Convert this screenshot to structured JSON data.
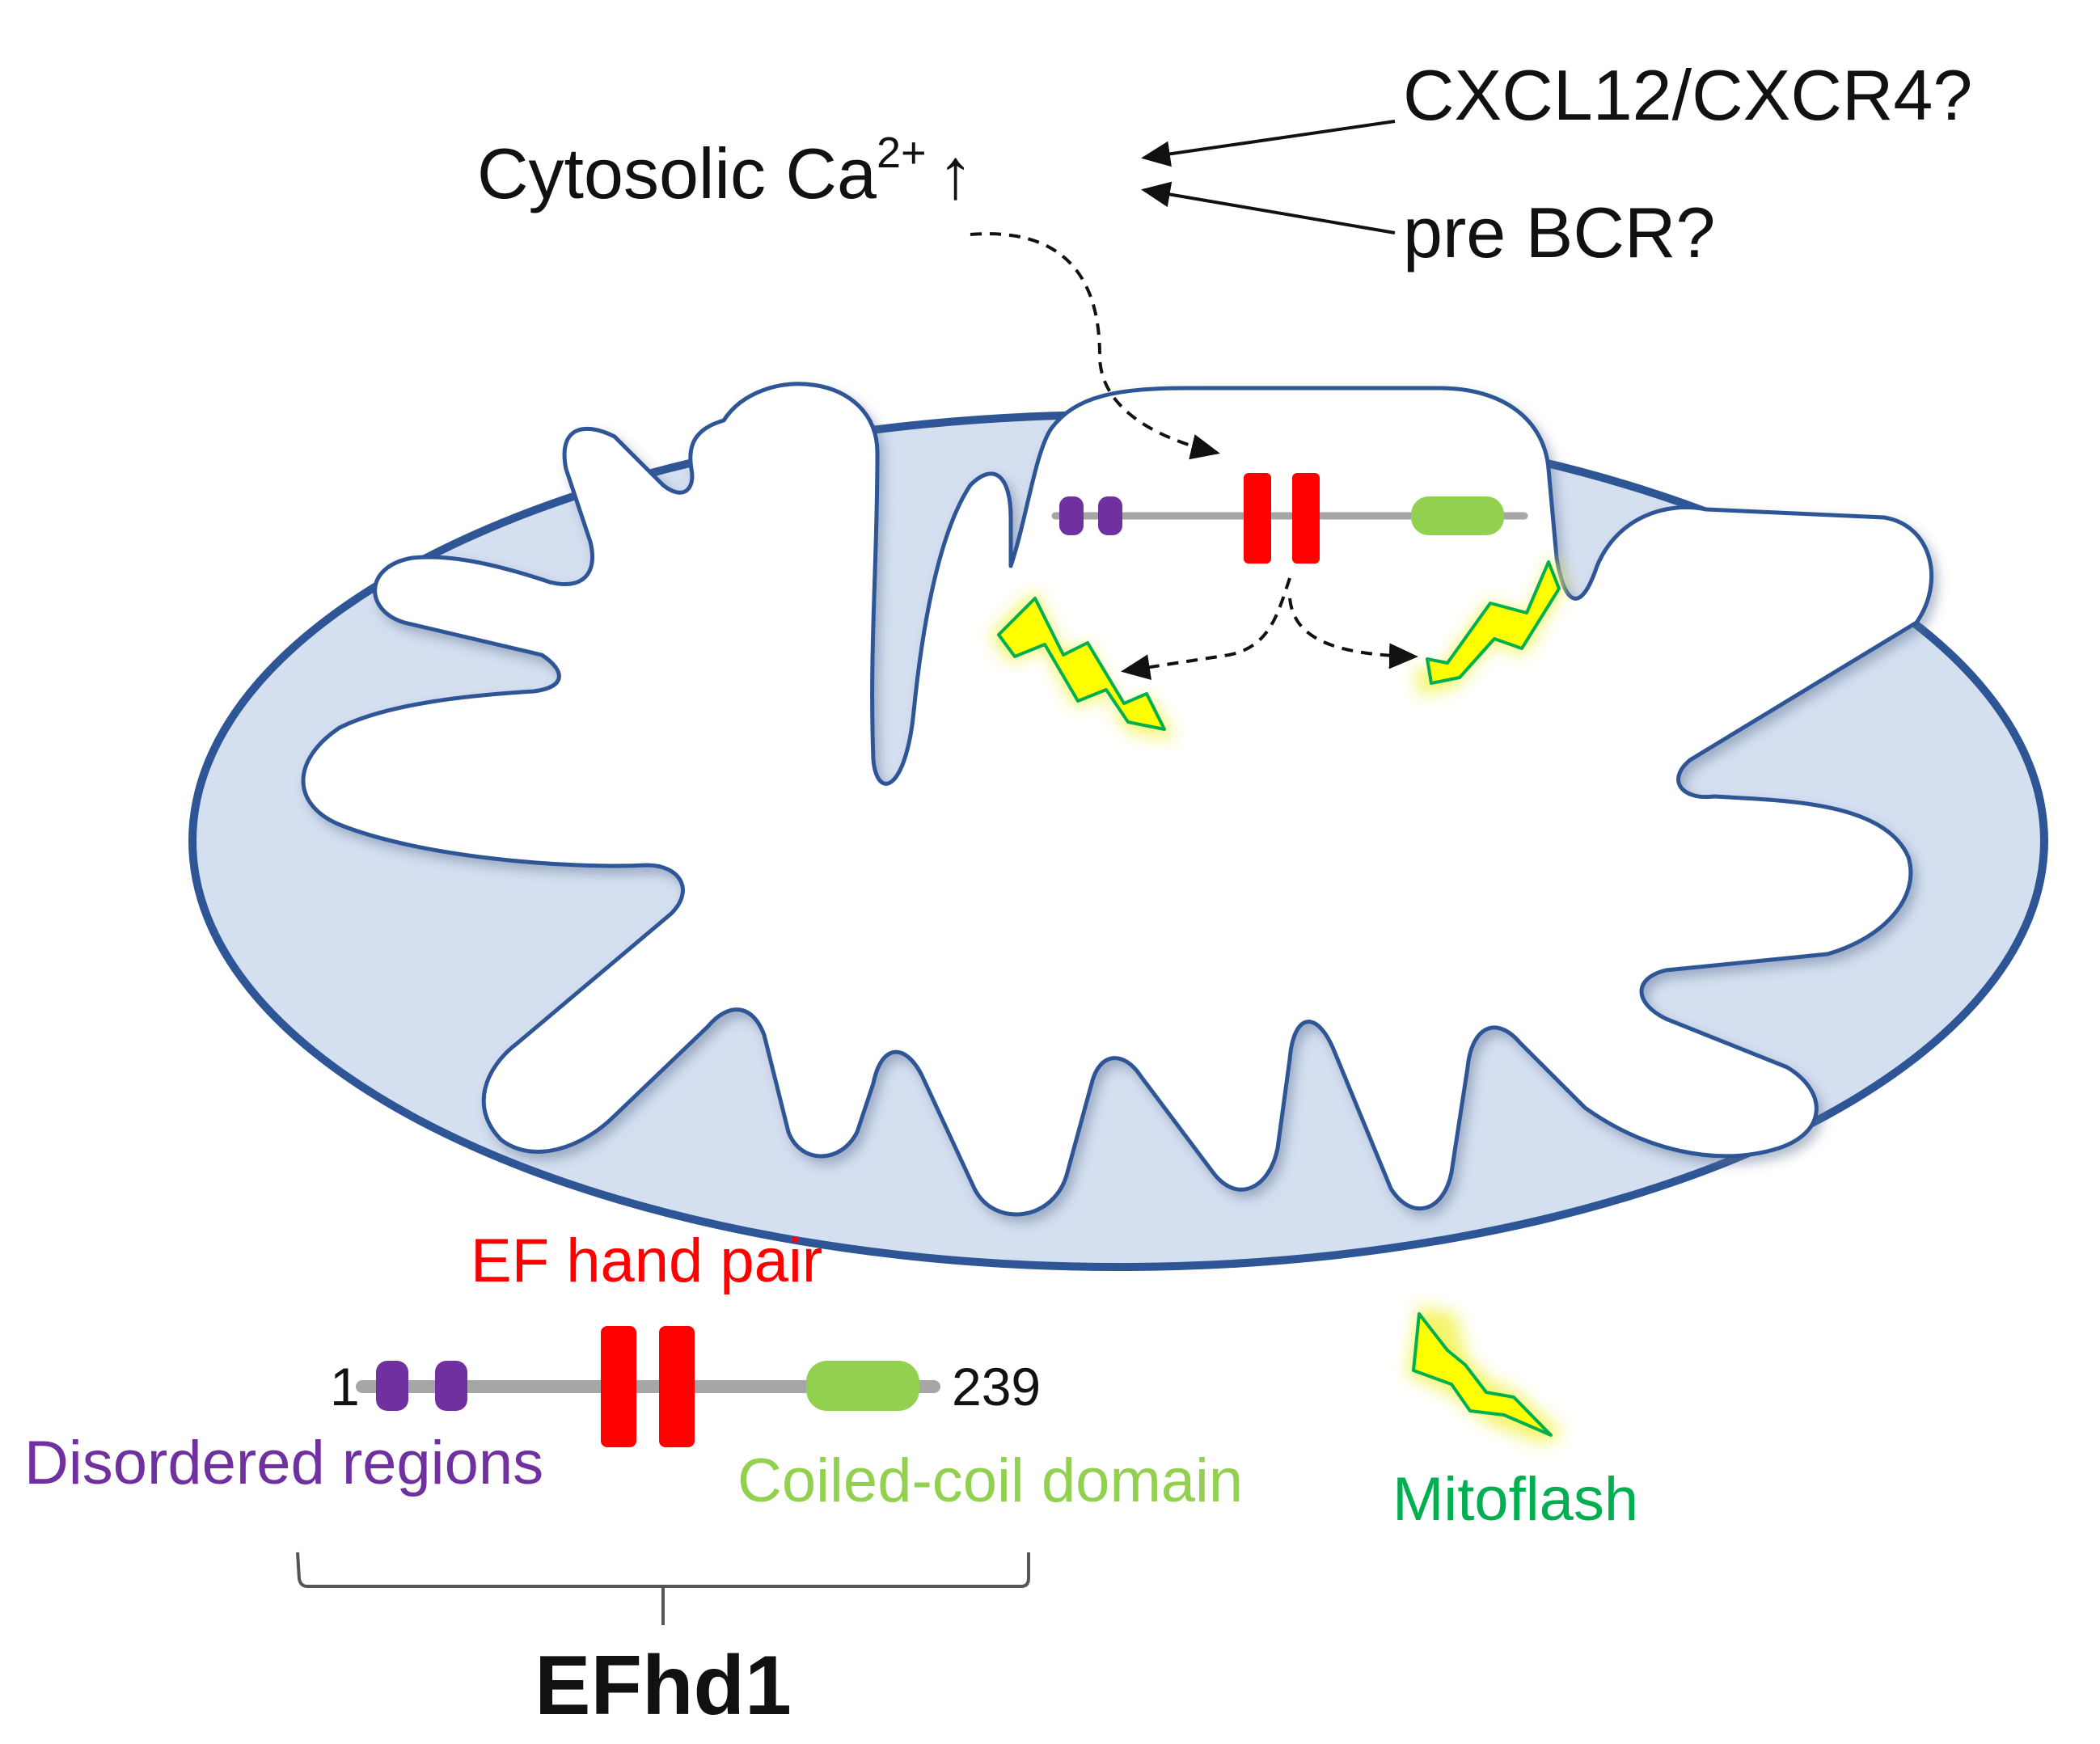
{
  "signals": {
    "ca_main": "Cytosolic Ca",
    "ca_sup": "2+",
    "ca_arrow": "↑",
    "source1": "CXCL12/CXCR4?",
    "source2": "pre BCR?"
  },
  "legend": {
    "ef_hand": "EF hand pair",
    "start": "1",
    "end": "239",
    "disordered": "Disordered regions",
    "coiled": "Coiled-coil domain",
    "mitoflash": "Mitoflash",
    "protein": "EFhd1"
  },
  "colors": {
    "ef_hand": "#ff0000",
    "disordered": "#7030a0",
    "coiled": "#92d050",
    "mitoflash_text": "#00b050",
    "bolt_fill": "#ffff00",
    "bolt_glow": "#f4f46a",
    "matrix": "#d4dff0",
    "membrane": "#2e5596",
    "backbone": "#a6a6a6"
  }
}
